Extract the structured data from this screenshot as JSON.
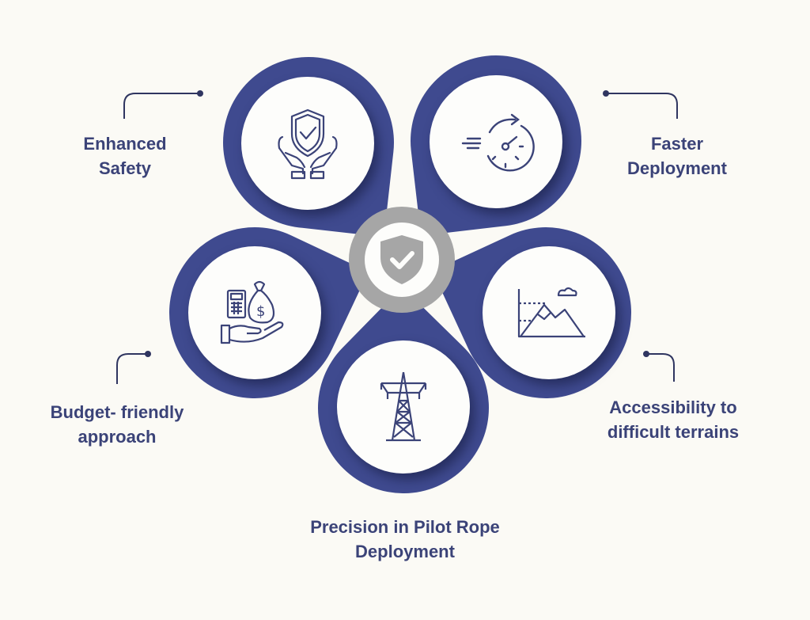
{
  "colors": {
    "petal": "#3f4a8f",
    "text": "#3b4378",
    "center_ring": "#a6a6a6",
    "background": "#fbfaf5"
  },
  "center": {
    "icon": "shield-check-icon"
  },
  "items": [
    {
      "line1": "Enhanced",
      "line2": "Safety",
      "icon": "hands-shield-icon"
    },
    {
      "line1": "Faster",
      "line2": "Deployment",
      "icon": "speed-timer-icon"
    },
    {
      "line1": "Budget- friendly",
      "line2": "approach",
      "icon": "money-bag-calculator-icon"
    },
    {
      "line1": "Accessibility to",
      "line2": "difficult terrains",
      "icon": "mountain-terrain-icon"
    },
    {
      "line1": "Precision in Pilot Rope",
      "line2": "Deployment",
      "icon": "transmission-tower-icon"
    }
  ]
}
